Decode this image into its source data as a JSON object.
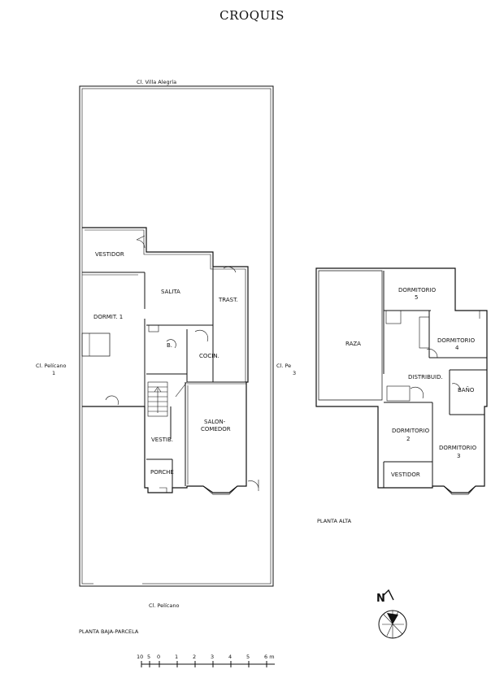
{
  "title": "CROQUIS",
  "ground_floor": {
    "plan_label": "PLANTA BAJA-PARCELA",
    "streets": {
      "top": "Cl. Villa Alegría",
      "left_line1": "Cl. Pelícano",
      "left_line2": "1",
      "right_line1": "Cl. Pe",
      "right_line2": "3",
      "bottom": "Cl. Pelícano"
    },
    "rooms": {
      "vestidor": "VESTIDOR",
      "dormit1": "DORMIT. 1",
      "salita": "SALITA",
      "trast": "TRAST.",
      "bano": "B.",
      "cocina": "COCIN.",
      "salon_line1": "SALON-",
      "salon_line2": "COMEDOR",
      "vestib": "VESTIB.",
      "porche": "PORCHE"
    }
  },
  "upper_floor": {
    "plan_label": "PLANTA ALTA",
    "rooms": {
      "terraza": "RAZA",
      "dorm5_name": "DORMITORIO",
      "dorm5_num": "5",
      "dorm4_name": "DORMITORIO",
      "dorm4_num": "4",
      "distribuid": "DISTRIBUID.",
      "bano": "BAÑO",
      "dorm2_name": "DORMITORIO",
      "dorm2_num": "2",
      "dorm3_name": "DORMITORIO",
      "dorm3_num": "3",
      "vestidor": "VESTIDOR"
    }
  },
  "north": {
    "label": "N"
  },
  "scale_bar": {
    "tick_labels": [
      "10",
      "5",
      "0",
      "1",
      "2",
      "3",
      "4",
      "5",
      "6 m"
    ]
  }
}
